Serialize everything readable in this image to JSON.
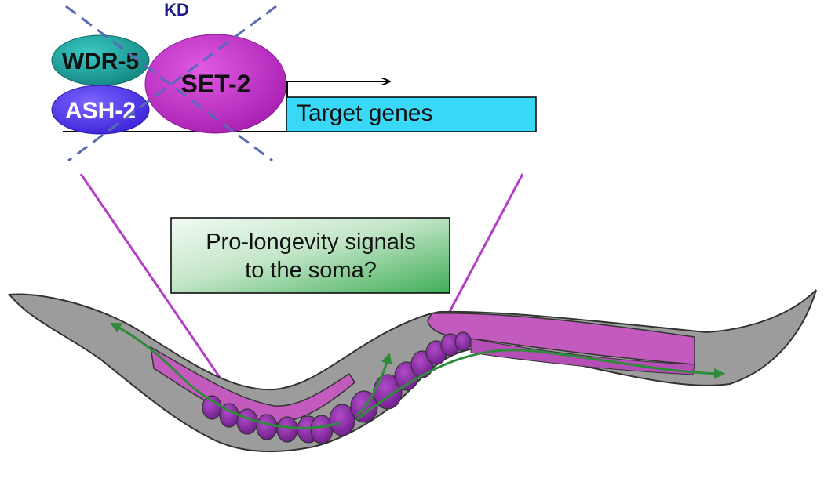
{
  "labels": {
    "kd": "KD",
    "wdr5": "WDR-5",
    "ash2": "ASH-2",
    "set2": "SET-2",
    "target_genes": "Target genes",
    "signal_line1": "Pro-longevity signals",
    "signal_line2": "to the soma?"
  },
  "colors": {
    "kd_text": "#1a1a8a",
    "wdr5_fill": "#1aa3a0",
    "ash2_fill": "#5a3ff0",
    "set2_fill": "#c236c9",
    "target_box": "#39d8f7",
    "cross_line": "#5a6ab5",
    "funnel_line": "#b33dc6",
    "worm_body": "#9c9c9c",
    "gonad": "#c35bbf",
    "oocyte": "#8a2ea3",
    "arrow_green": "#2e8b3a",
    "signal_box_top": "#f2faf3",
    "signal_box_bottom": "#3fae56"
  }
}
